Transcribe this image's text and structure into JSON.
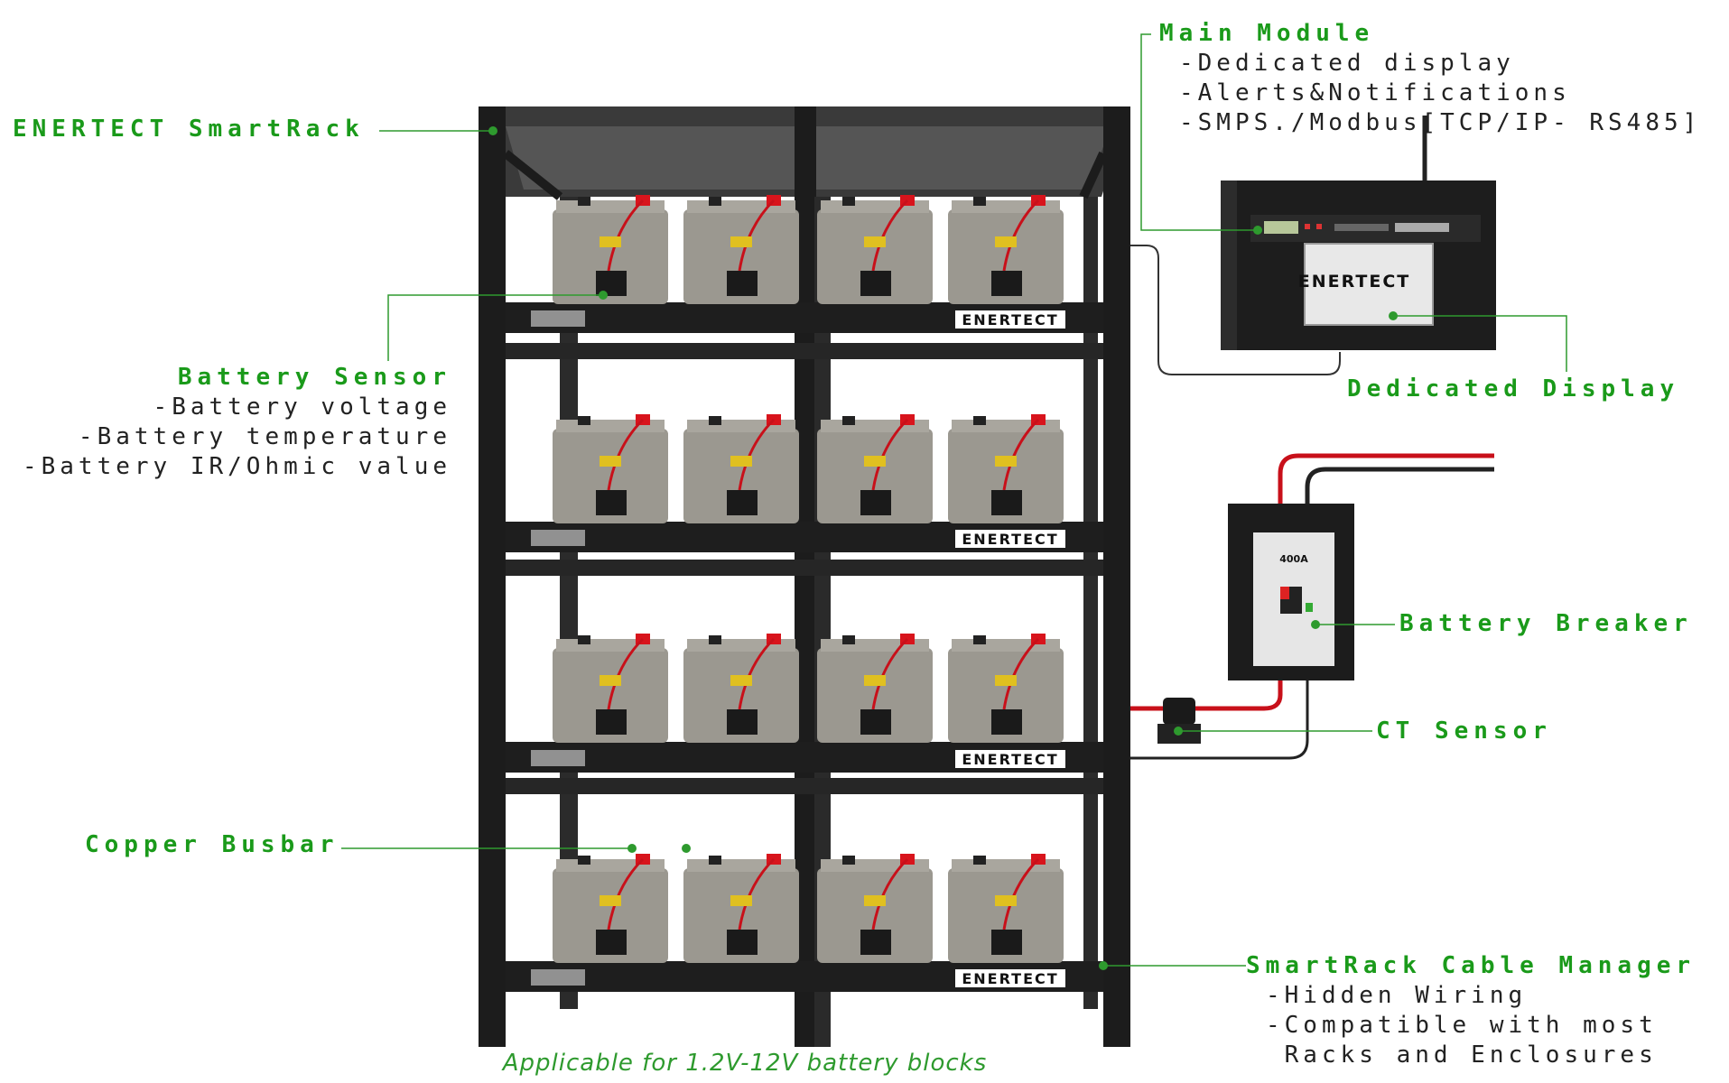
{
  "labels": {
    "smartrack": "ENERTECT SmartRack",
    "main_module": "Main Module",
    "main_module_items": [
      "-Dedicated display",
      "-Alerts&Notifications",
      "-SMPS./Modbus[TCP/IP- RS485]"
    ],
    "battery_sensor": "Battery Sensor",
    "battery_sensor_items": [
      "-Battery voltage",
      "-Battery temperature",
      "-Battery IR/Ohmic value"
    ],
    "dedicated_display": "Dedicated Display",
    "battery_breaker": "Battery Breaker",
    "ct_sensor": "CT Sensor",
    "copper_busbar": "Copper Busbar",
    "cable_manager": "SmartRack Cable Manager",
    "cable_manager_items": [
      "-Hidden Wiring",
      "-Compatible with most",
      " Racks and Enclosures"
    ]
  },
  "rack_brand": "ENERTECT",
  "display_brand": "ENERTECT",
  "breaker_rating": "400A",
  "caption": "Applicable for 1.2V-12V battery blocks",
  "colors": {
    "label_green": "#1a9a1a",
    "rack_black": "#1c1c1c",
    "battery_grey": "#9b9890",
    "terminal_red": "#d8141c",
    "cable_red": "#c8101a"
  }
}
